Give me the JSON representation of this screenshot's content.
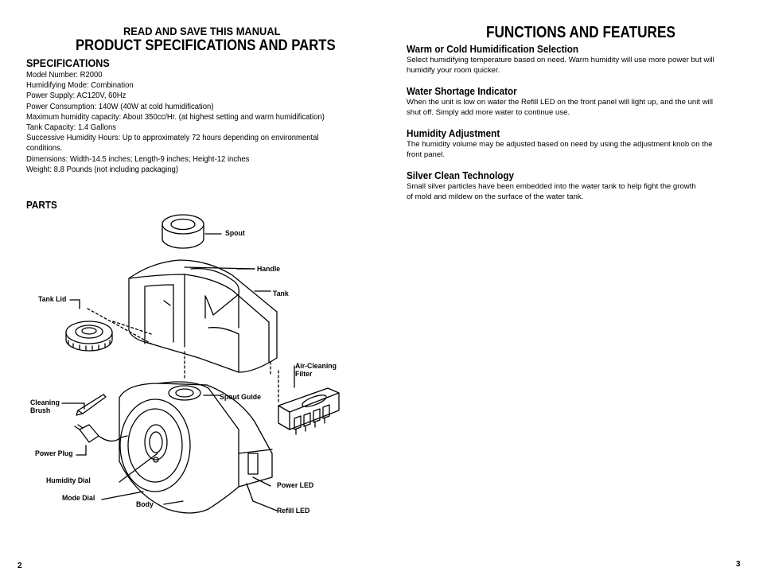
{
  "left_page": {
    "kicker": "READ AND SAVE THIS MANUAL",
    "title": "PRODUCT SPECIFICATIONS AND PARTS",
    "specifications": {
      "heading": "SPECIFICATIONS",
      "items": [
        "Model Number: R2000",
        "Humidifying Mode: Combination",
        "Power Supply: AC120V, 60Hz",
        "Power Consumption: 140W (40W at cold humidification)",
        "Maximum humidity capacity: About 350cc/Hr. (at highest setting and warm humidification)",
        "Tank Capacity: 1.4 Gallons",
        "Successive Humidity Hours: Up to approximately 72 hours depending on environmental conditions.",
        "Dimensions: Width-14.5 inches; Length-9 inches; Height-12 inches",
        "Weight: 8.8 Pounds (not including packaging)"
      ]
    },
    "parts": {
      "heading": "PARTS",
      "labels": {
        "spout": "Spout",
        "handle": "Handle",
        "tank": "Tank",
        "tank_lid": "Tank Lid",
        "air_filter_line1": "Air-Cleaning",
        "air_filter_line2": "Filter",
        "cleaning_brush_line1": "Cleaning",
        "cleaning_brush_line2": "Brush",
        "spout_guide": "Spout Guide",
        "power_plug": "Power Plug",
        "humidity_dial": "Humidity Dial",
        "power_led": "Power LED",
        "mode_dial": "Mode Dial",
        "body": "Body",
        "refill_led": "Refill LED"
      }
    },
    "page_number": "2"
  },
  "right_page": {
    "title": "FUNCTIONS AND FEATURES",
    "features": [
      {
        "title": "Warm or Cold Humidification Selection",
        "line1": "Select humidifying temperature based on need. Warm humidity will use more power but will",
        "line2": "humidify your room quicker."
      },
      {
        "title": "Water Shortage Indicator",
        "line1": "When the unit is low on water the Refill LED on the front panel will light up, and the unit will",
        "line2": "shut off. Simply add more water to continue use."
      },
      {
        "title": "Humidity Adjustment",
        "line1": "The humidity volume may be adjusted based on need by using the adjustment knob on the",
        "line2": "front panel."
      },
      {
        "title": "Silver Clean Technology",
        "line1": "Small silver particles have been embedded into the water tank to help fight the growth",
        "line2": "of mold and mildew on the surface of the water tank."
      }
    ],
    "page_number": "3"
  }
}
